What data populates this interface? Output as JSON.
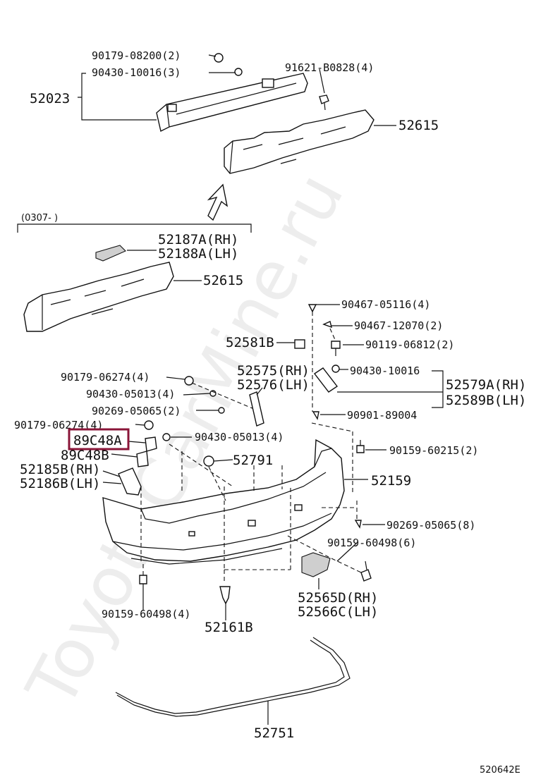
{
  "watermark": "ToyotaCarMine.ru",
  "diagram_code": "520642E",
  "period_note": "(0307-     )",
  "highlighted_part": "89C48A",
  "labels": {
    "p52023": "52023",
    "p52615_top": "52615",
    "p52615_mid": "52615",
    "p52187": "52187A(RH)",
    "p52188": "52188A(LH)",
    "p52581": "52581B",
    "p52575": "52575(RH)",
    "p52576": "52576(LH)",
    "p52579": "52579A(RH)",
    "p52589": "52589B(LH)",
    "p89c48a": "89C48A",
    "p89c48b": "89C48B",
    "p52185": "52185B(RH)",
    "p52186": "52186B(LH)",
    "p52791": "52791",
    "p52159": "52159",
    "p52565": "52565D(RH)",
    "p52566": "52566C(LH)",
    "p52161": "52161B",
    "p52751": "52751",
    "f9017908200": "90179-08200(2)",
    "f9043010016_3": "90430-10016(3)",
    "f91621": "91621-B0828(4)",
    "f9046705116": "90467-05116(4)",
    "f9046712070": "90467-12070(2)",
    "f9011906812": "90119-06812(2)",
    "f9043010016": "90430-10016",
    "f9090189004": "90901-89004",
    "f9017906274_a": "90179-06274(4)",
    "f9043005013_a": "90430-05013(4)",
    "f9026905065_a": "90269-05065(2)",
    "f9017906274_b": "90179-06274(4)",
    "f9043005013_b": "90430-05013(4)",
    "f9015960215": "90159-60215(2)",
    "f9026905065_b": "90269-05065(8)",
    "f9015960498_r": "90159-60498(6)",
    "f9015960498_l": "90159-60498(4)"
  }
}
